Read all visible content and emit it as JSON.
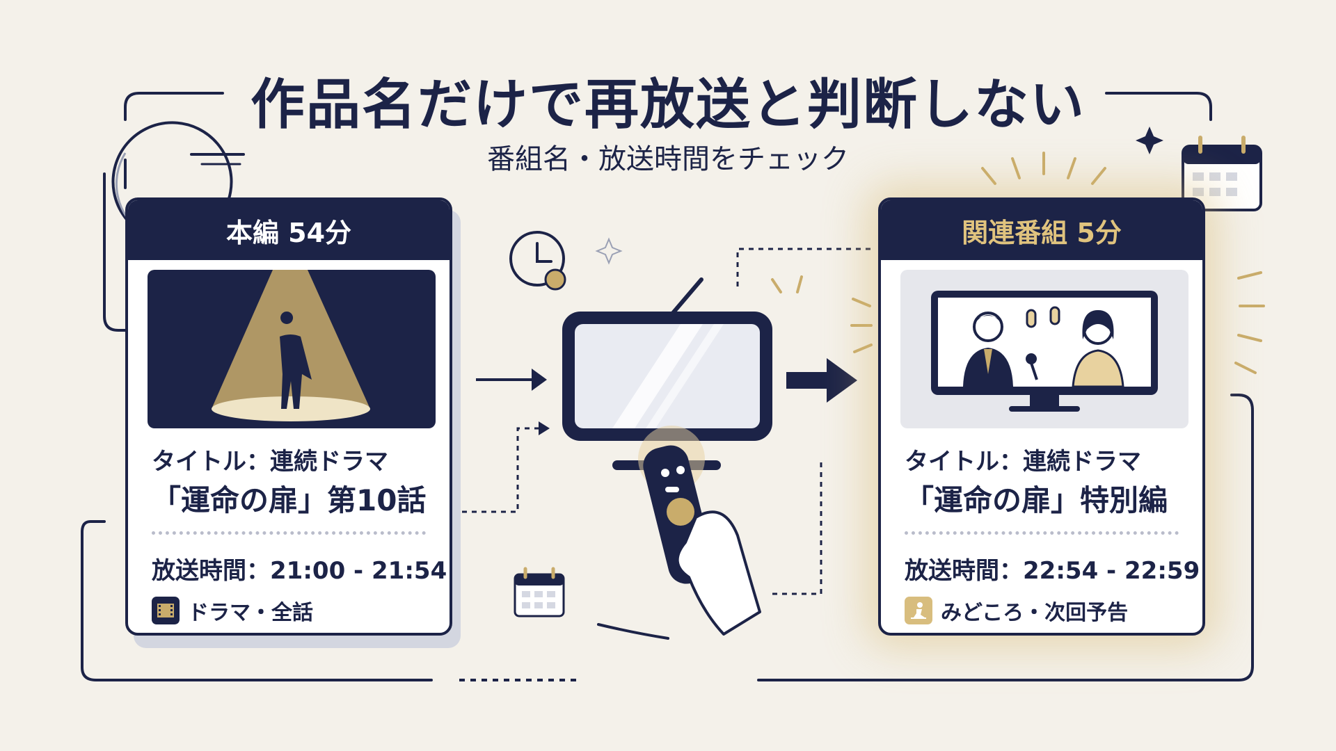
{
  "title": "作品名だけで再放送と判断しない",
  "subtitle": "番組名・放送時間をチェック",
  "colors": {
    "navy": "#1c2347",
    "gold": "#c9ac6b",
    "background": "#f4f1ea"
  },
  "left_card": {
    "header": "本編 54分",
    "title_label": "タイトル：連続ドラマ",
    "title_value": "「運命の扉」第10話",
    "time": "放送時間：21:00 - 21:54",
    "tag": "ドラマ・全話",
    "tag_icon": "film-icon",
    "image": "spotlight-silhouette"
  },
  "right_card": {
    "header": "関連番組 5分",
    "title_label": "タイトル：連続ドラマ",
    "title_value": "「運命の扉」特別編",
    "time": "放送時間：22:54 - 22:59",
    "tag": "みどころ・次回予告",
    "tag_icon": "presenter-icon",
    "image": "talk-show-tv"
  },
  "center": {
    "device": "tv-icon",
    "remote": "remote-control-icon"
  }
}
